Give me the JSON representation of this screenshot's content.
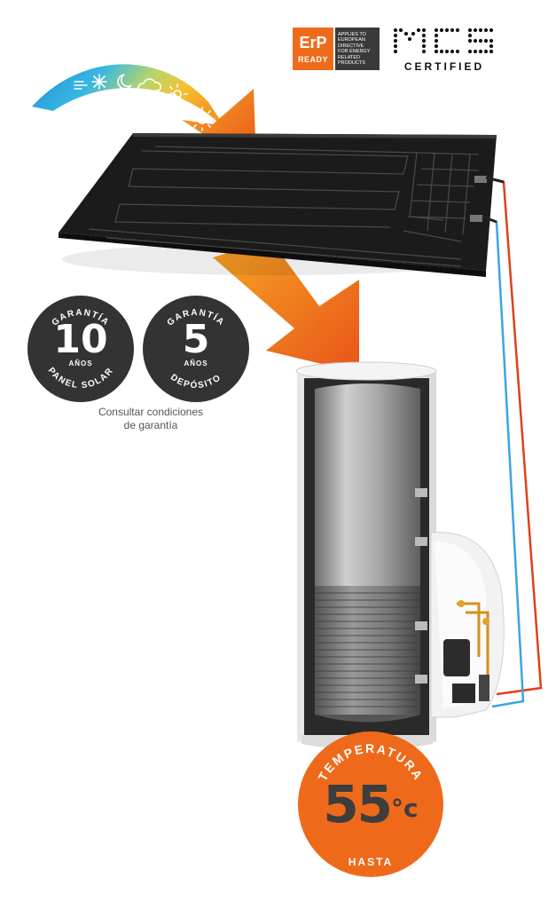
{
  "erp": {
    "title": "ErP",
    "ready": "READY",
    "text_lines": [
      "APPLIES TO",
      "EUROPEAN",
      "DIRECTIVE",
      "FOR ENERGY",
      "RELATED",
      "PRODUCTS"
    ]
  },
  "mcs": {
    "letters": "MCS",
    "certified": "CERTIFIED"
  },
  "weather_icons": [
    "wind-icon",
    "snowflake-icon",
    "moon-icon",
    "rain-cloud-icon",
    "sun-cloud-icon",
    "sun-icon"
  ],
  "warranty_panel": {
    "label_top": "GARANTÍA",
    "number": "10",
    "unit": "AÑOS",
    "label_bottom": "PANEL SOLAR"
  },
  "warranty_tank": {
    "label_top": "GARANTÍA",
    "number": "5",
    "unit": "AÑOS",
    "label_bottom": "DEPÓSITO"
  },
  "conditions": {
    "line1": "Consultar condiciones",
    "line2": "de garantía"
  },
  "temperature": {
    "label_top": "TEMPERATURA",
    "value": "55",
    "unit": "°c",
    "label_bottom": "HASTA"
  },
  "colors": {
    "orange": "#ee6a1a",
    "dark_badge": "#333333",
    "panel": "#1b1b1b",
    "pipe_red": "#e0401a",
    "pipe_blue": "#3aa6e0"
  }
}
